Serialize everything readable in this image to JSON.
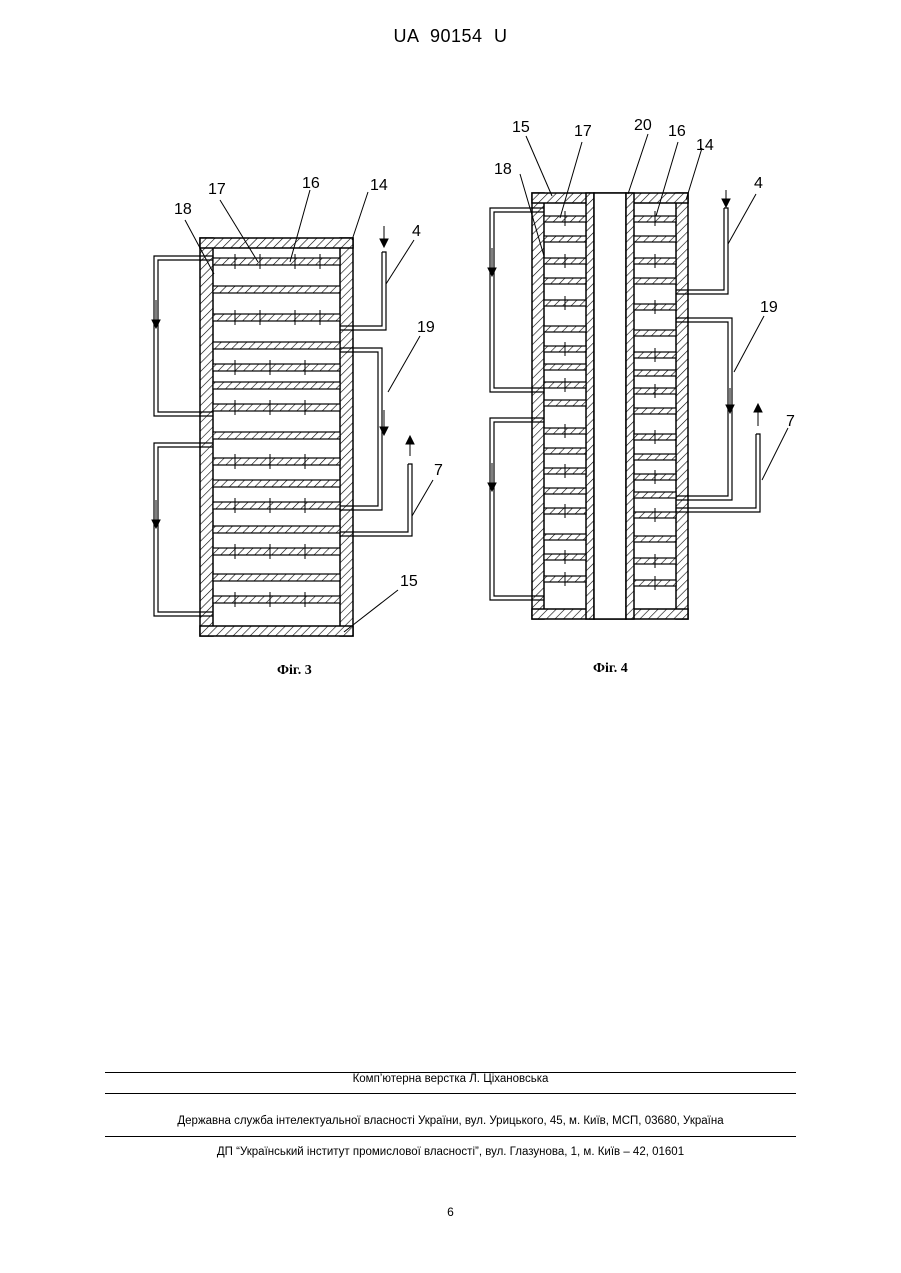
{
  "header": {
    "patent_number": "UA   90154   U"
  },
  "figures": [
    {
      "caption": "Фіг. 3",
      "labels": {
        "l14": "14",
        "l15": "15",
        "l16": "16",
        "l17": "17",
        "l18": "18",
        "l19": "19",
        "l4": "4",
        "l7": "7"
      }
    },
    {
      "caption": "Фіг. 4",
      "labels": {
        "l14": "14",
        "l15": "15",
        "l16": "16",
        "l17": "17",
        "l18": "18",
        "l19": "19",
        "l20": "20",
        "l4": "4",
        "l7": "7"
      }
    }
  ],
  "footer": {
    "layout_credit": "Комп’ютерна верстка Л. Ціхановська",
    "agency": "Державна служба інтелектуальної власності України, вул. Урицького, 45, м. Київ, МСП, 03680, Україна",
    "institute": "ДП “Український інститут промислової власності”, вул. Глазунова, 1, м. Київ – 42, 01601"
  },
  "page_number": "6"
}
